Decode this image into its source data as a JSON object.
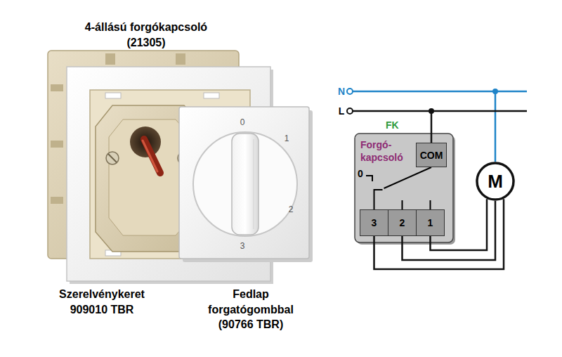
{
  "diagram": {
    "nodes": [
      {
        "text": [
          "FK",
          "Forgó- kapcsoló"
        ]
      },
      {
        "text": [
          "COM"
        ],
        "in": 0
      },
      {
        "text": [
          "3"
        ],
        "in": 0
      },
      {
        "text": [
          "2"
        ],
        "in": 0
      },
      {
        "text": [
          "1"
        ],
        "in": 0
      },
      {
        "text": [
          "M"
        ]
      }
    ],
    "edges": [
      {
        "from": 4,
        "to": 5,
        "arrow": "none"
      },
      {
        "from": 3,
        "to": 5,
        "arrow": "none"
      },
      {
        "from": 2,
        "to": 5,
        "arrow": "none"
      }
    ],
    "labels": [
      "4-állású forgókapcsoló (21305)",
      "Szerelvénykeret 909010 TBR",
      "Fedlap forgatógombbal (90766 TBR)",
      "0",
      "1",
      "2",
      "3",
      "N",
      "L",
      "0"
    ]
  }
}
